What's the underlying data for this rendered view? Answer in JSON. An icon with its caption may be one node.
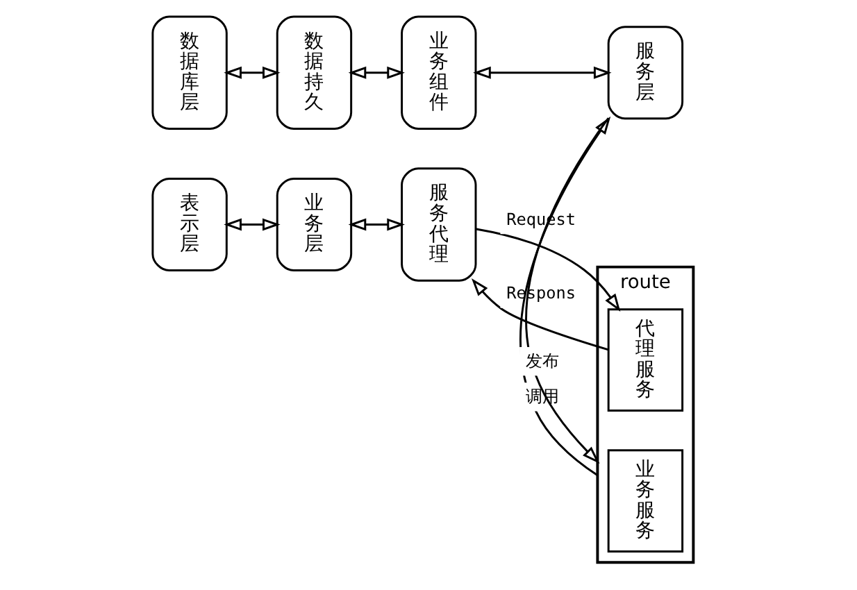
{
  "diagram": {
    "nodes": [
      {
        "text": [
          "表示层"
        ]
      },
      {
        "text": [
          "业务层"
        ]
      },
      {
        "text": [
          "服务代理"
        ]
      },
      {
        "text": [
          "route"
        ]
      },
      {
        "text": [
          "代理服务"
        ],
        "in": 3
      },
      {
        "text": [
          "业务服务"
        ],
        "in": 3
      },
      {
        "text": [
          "数据库层"
        ]
      },
      {
        "text": [
          "数据持久"
        ]
      },
      {
        "text": [
          "业务组件"
        ]
      },
      {
        "text": [
          "服务层"
        ]
      }
    ],
    "edges": [
      {
        "from": 0,
        "to": 1,
        "arrow": "both"
      },
      {
        "from": 1,
        "to": 2,
        "arrow": "both"
      },
      {
        "from": 2,
        "to": 4,
        "arrow": "to",
        "label": "Request"
      },
      {
        "from": 4,
        "to": 2,
        "arrow": "to",
        "label": "Respons"
      },
      {
        "from": 3,
        "to": 9,
        "arrow": "to",
        "label": "调用"
      },
      {
        "from": 9,
        "to": 3,
        "arrow": "to",
        "label": "发布"
      },
      {
        "from": 6,
        "to": 7,
        "arrow": "both"
      },
      {
        "from": 7,
        "to": 8,
        "arrow": "both"
      },
      {
        "from": 8,
        "to": 9,
        "arrow": "both"
      }
    ]
  }
}
